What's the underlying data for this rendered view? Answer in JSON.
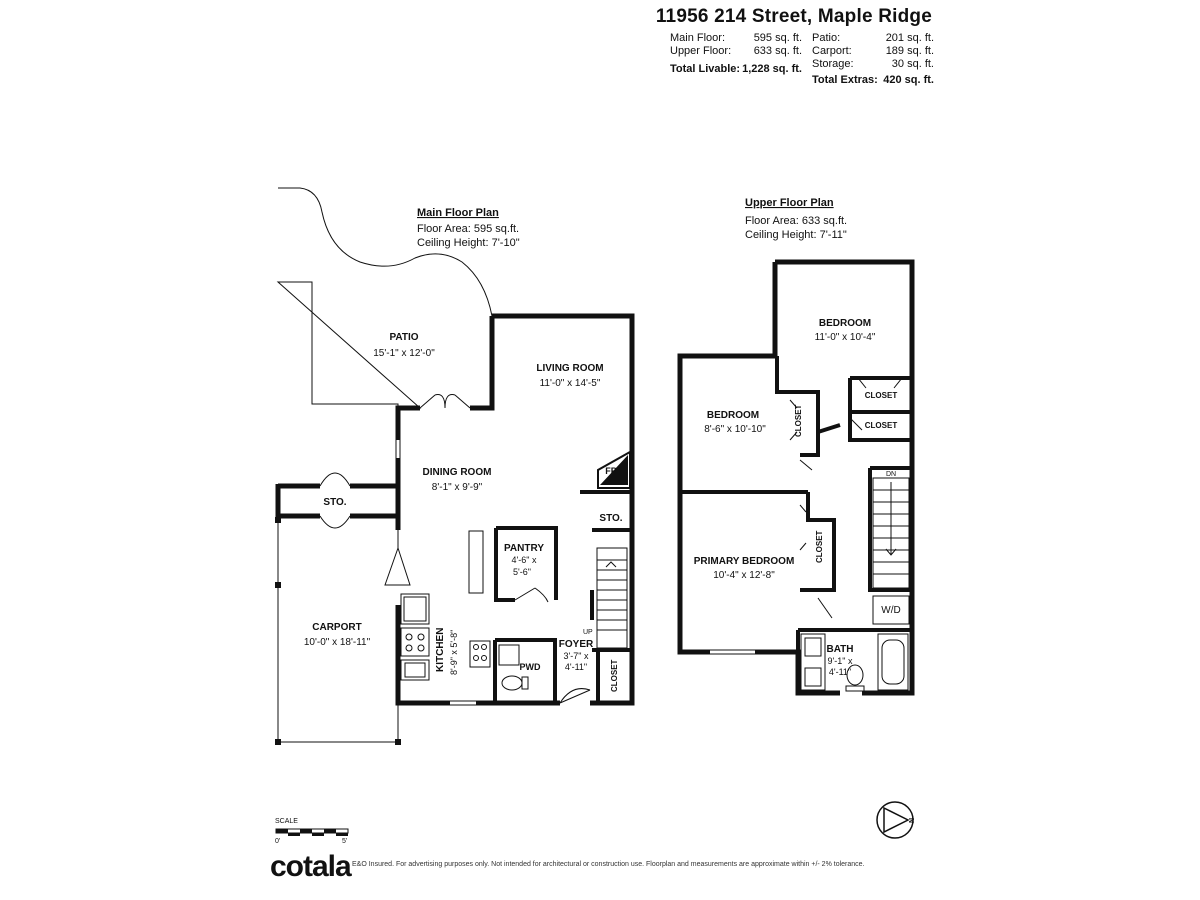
{
  "header": {
    "title": "11956 214 Street, Maple Ridge",
    "main_floor_label": "Main Floor:",
    "main_floor_value": "595 sq. ft.",
    "upper_floor_label": "Upper Floor:",
    "upper_floor_value": "633 sq. ft.",
    "total_livable_label": "Total Livable:",
    "total_livable_value": "1,228 sq. ft.",
    "patio_label": "Patio:",
    "patio_value": "201 sq. ft.",
    "carport_label": "Carport:",
    "carport_value": "189 sq. ft.",
    "storage_label": "Storage:",
    "storage_value": "30 sq. ft.",
    "total_extras_label": "Total Extras:",
    "total_extras_value": "420 sq. ft."
  },
  "main_floor": {
    "title": "Main Floor Plan",
    "area": "Floor Area: 595 sq.ft.",
    "ceiling": "Ceiling Height: 7'-10\"",
    "rooms": {
      "patio": {
        "name": "PATIO",
        "dims": "15'-1\" x 12'-0\""
      },
      "living": {
        "name": "LIVING ROOM",
        "dims": "11'-0\" x 14'-5\""
      },
      "dining": {
        "name": "DINING ROOM",
        "dims": "8'-1\" x 9'-9\""
      },
      "fp": {
        "name": "FP"
      },
      "sto_main": {
        "name": "STO."
      },
      "sto_carport": {
        "name": "STO."
      },
      "pantry": {
        "name": "PANTRY",
        "dims1": "4'-6\" x",
        "dims2": "5'-6\""
      },
      "carport": {
        "name": "CARPORT",
        "dims": "10'-0\" x 18'-11\""
      },
      "kitchen": {
        "name": "KITCHEN",
        "dims": "8'-9\" x 5'-8\""
      },
      "pwd": {
        "name": "PWD"
      },
      "foyer": {
        "name": "FOYER",
        "dims1": "3'-7\" x",
        "dims2": "4'-11\""
      },
      "closet": {
        "name": "CLOSET"
      },
      "up": {
        "name": "UP"
      }
    }
  },
  "upper_floor": {
    "title": "Upper Floor Plan",
    "area": "Floor Area: 633 sq.ft.",
    "ceiling": "Ceiling Height: 7'-11\"",
    "rooms": {
      "bedroom1": {
        "name": "BEDROOM",
        "dims": "11'-0\" x 10'-4\""
      },
      "bedroom2": {
        "name": "BEDROOM",
        "dims": "8'-6\" x 10'-10\""
      },
      "primary": {
        "name": "PRIMARY BEDROOM",
        "dims": "10'-4\" x 12'-8\""
      },
      "closet_a": {
        "name": "CLOSET"
      },
      "closet_b": {
        "name": "CLOSET"
      },
      "closet_c": {
        "name": "CLOSET"
      },
      "closet_d": {
        "name": "CLOSET"
      },
      "bath": {
        "name": "BATH",
        "dims1": "9'-1\" x",
        "dims2": "4'-11\""
      },
      "wd": {
        "name": "W/D"
      },
      "dn": {
        "name": "DN"
      }
    }
  },
  "footer": {
    "scale_label": "SCALE",
    "scale_zero": "0'",
    "scale_five": "5'",
    "logo": "cotala",
    "disclaimer": "E&O Insured. For advertising purposes only. Not intended for architectural or construction use. Floorplan and measurements are approximate within +/- 2% tolerance."
  },
  "compass": {
    "letter": "N",
    "icon": "north-arrow-icon"
  }
}
